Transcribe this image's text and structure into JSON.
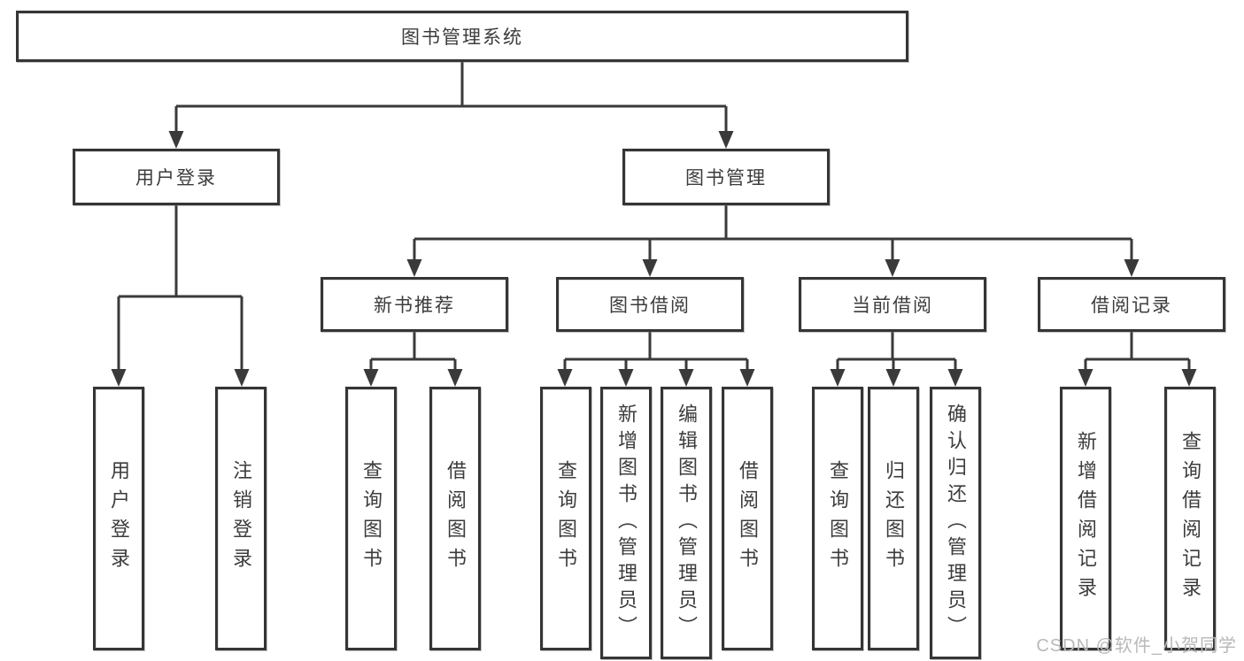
{
  "colors": {
    "line": "#3a3a3a",
    "border": "#353535",
    "text": "#3c3c3c",
    "watermark_text": "#b9b9b9",
    "background": "#ffffff"
  },
  "tree": {
    "root": {
      "label": "图书管理系统",
      "children": [
        {
          "label": "用户登录",
          "children": [
            {
              "label": "用户登录"
            },
            {
              "label": "注销登录"
            }
          ]
        },
        {
          "label": "图书管理",
          "children": [
            {
              "label": "新书推荐",
              "children": [
                {
                  "label": "查询图书"
                },
                {
                  "label": "借阅图书"
                }
              ]
            },
            {
              "label": "图书借阅",
              "children": [
                {
                  "label": "查询图书"
                },
                {
                  "label": "新增图书（管理员）"
                },
                {
                  "label": "编辑图书（管理员）"
                },
                {
                  "label": "借阅图书"
                }
              ]
            },
            {
              "label": "当前借阅",
              "children": [
                {
                  "label": "查询图书"
                },
                {
                  "label": "归还图书"
                },
                {
                  "label": "确认归还（管理员）"
                }
              ]
            },
            {
              "label": "借阅记录",
              "children": [
                {
                  "label": "新增借阅记录"
                },
                {
                  "label": "查询借阅记录"
                }
              ]
            }
          ]
        }
      ]
    }
  },
  "watermark": {
    "text": "CSDN @软件_小贺同学"
  }
}
